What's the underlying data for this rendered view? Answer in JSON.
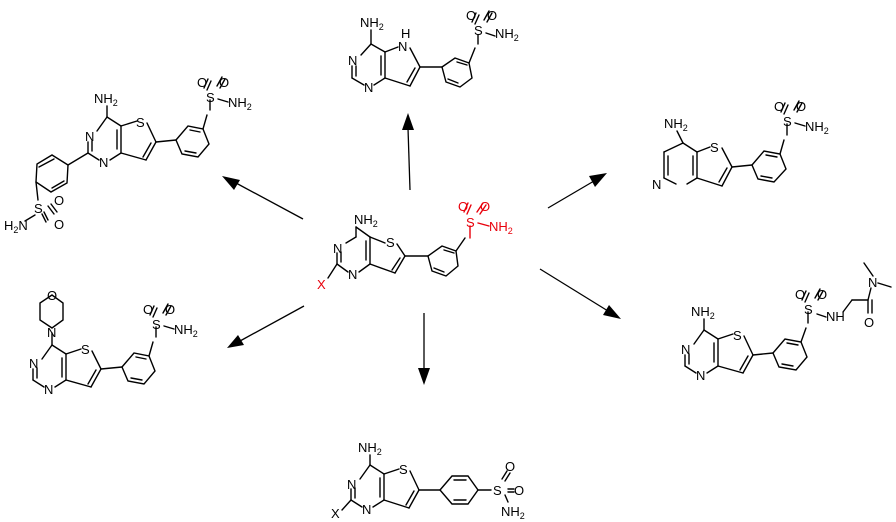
{
  "diagram": {
    "center": {
      "atoms": {
        "amine": "NH",
        "n_top": "N",
        "n_bottom": "N",
        "s_ring": "S",
        "x_sub": "X",
        "o_left": "O",
        "o_right": "O",
        "s_sulf": "S",
        "sulf_amine": "NH"
      },
      "highlight_color": "#e8000b"
    },
    "top": {
      "amine": "NH",
      "n_top": "N",
      "n_bottom": "N",
      "nh_ring": "H",
      "n_ring": "N",
      "o_left": "O",
      "o_right": "O",
      "s_sulf": "S",
      "sulf_amine": "NH"
    },
    "top_left": {
      "amine": "NH",
      "n_top": "N",
      "n_bottom": "N",
      "s_ring": "S",
      "o1": "O",
      "o2": "O",
      "s1": "S",
      "nh1": "NH",
      "o3": "O",
      "o4": "O",
      "s2": "S",
      "nh2": "H",
      "nh2_n": "N"
    },
    "top_right": {
      "amine": "NH",
      "n_ring": "N",
      "s_ring": "S",
      "o_left": "O",
      "o_right": "O",
      "s_sulf": "S",
      "sulf_amine": "NH"
    },
    "left": {
      "o_morph": "O",
      "n_morph": "N",
      "n_top": "N",
      "n_bottom": "N",
      "s_ring": "S",
      "o_left": "O",
      "o_right": "O",
      "s_sulf": "S",
      "sulf_amine": "NH"
    },
    "right": {
      "amine": "NH",
      "n_top": "N",
      "n_bottom": "N",
      "s_ring": "S",
      "o_left": "O",
      "o_right": "O",
      "s_sulf": "S",
      "nh": "NH",
      "n_me": "N",
      "o_amide": "O"
    },
    "bottom": {
      "amine": "NH",
      "n_top": "N",
      "n_bottom": "N",
      "s_ring": "S",
      "x_sub": "X",
      "o_left": "O",
      "o_right": "O",
      "s_sulf": "S",
      "sulf_amine": "NH"
    },
    "subscript": "2",
    "arrows": [
      "to-top",
      "to-top-left",
      "to-top-right",
      "to-left",
      "to-right",
      "to-bottom"
    ]
  }
}
